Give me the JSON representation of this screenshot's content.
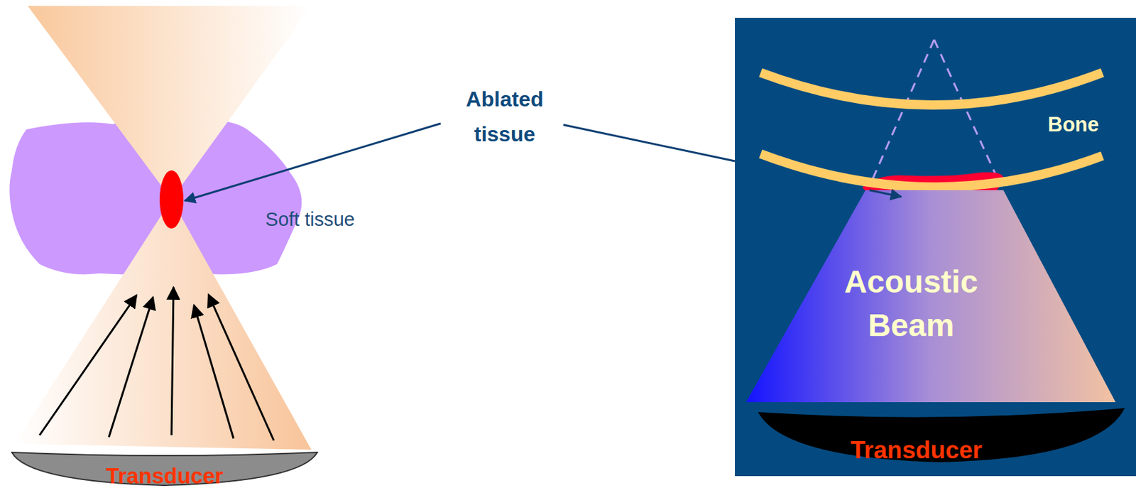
{
  "diagram": {
    "nodes": [
      {
        "text": [
          "Transducer"
        ]
      },
      {
        "text": [
          "Acoustic Beam"
        ]
      },
      {
        "text": [
          "Transducer"
        ]
      }
    ],
    "labels": [
      "Ablated tissue",
      "Soft tissue",
      "Bone"
    ]
  }
}
